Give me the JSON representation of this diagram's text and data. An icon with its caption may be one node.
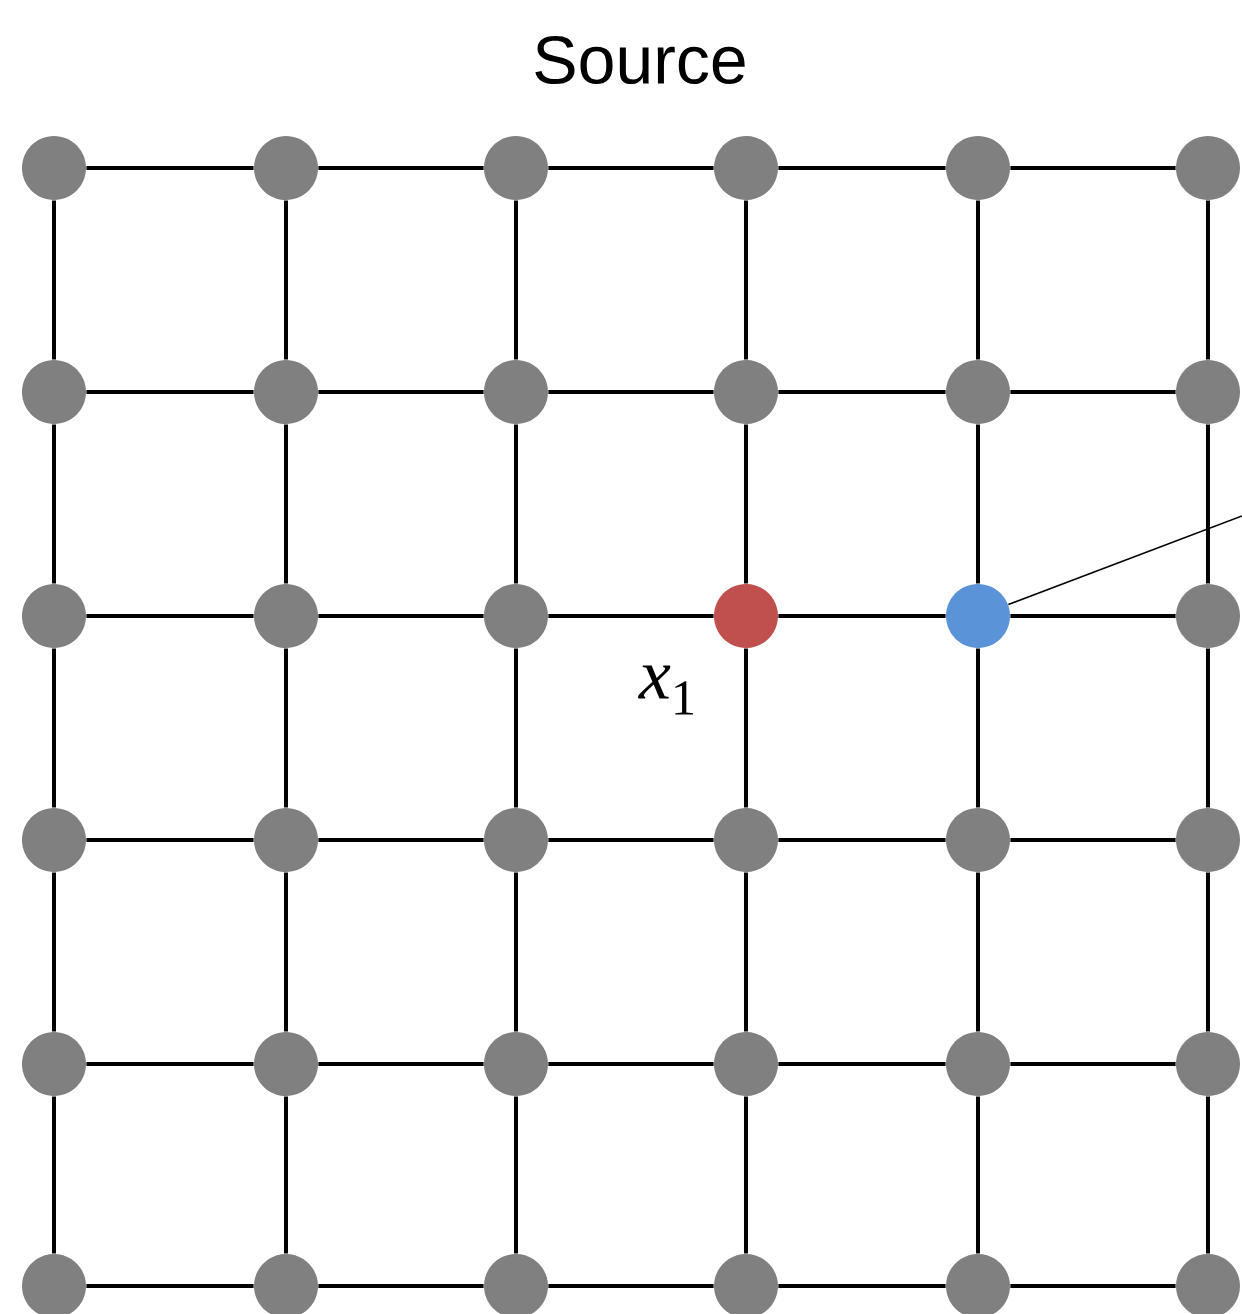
{
  "diagram": {
    "title": "Source",
    "nodes": [
      {
        "text": [],
        "shape": "circle"
      },
      {
        "text": [],
        "shape": "circle"
      },
      {
        "text": [],
        "shape": "circle"
      },
      {
        "text": [],
        "shape": "circle"
      },
      {
        "text": [],
        "shape": "circle"
      },
      {
        "text": [],
        "shape": "circle"
      },
      {
        "text": [],
        "shape": "circle"
      },
      {
        "text": [],
        "shape": "circle"
      },
      {
        "text": [],
        "shape": "circle"
      },
      {
        "text": [],
        "shape": "circle"
      },
      {
        "text": [],
        "shape": "circle"
      },
      {
        "text": [],
        "shape": "circle"
      },
      {
        "text": [],
        "shape": "circle"
      },
      {
        "text": [],
        "shape": "circle"
      },
      {
        "text": [],
        "shape": "circle"
      },
      {
        "text": [],
        "shape": "circle"
      },
      {
        "text": [],
        "shape": "circle"
      },
      {
        "text": [],
        "shape": "circle"
      },
      {
        "text": [],
        "shape": "circle"
      },
      {
        "text": [],
        "shape": "circle"
      },
      {
        "text": [],
        "shape": "circle"
      },
      {
        "text": [],
        "shape": "circle"
      },
      {
        "text": [],
        "shape": "circle"
      },
      {
        "text": [],
        "shape": "circle"
      },
      {
        "text": [],
        "shape": "circle"
      },
      {
        "text": [],
        "shape": "circle"
      },
      {
        "text": [],
        "shape": "circle"
      },
      {
        "text": [],
        "shape": "circle"
      },
      {
        "text": [],
        "shape": "circle"
      },
      {
        "text": [],
        "shape": "circle"
      },
      {
        "text": [],
        "shape": "circle"
      },
      {
        "text": [],
        "shape": "circle"
      },
      {
        "text": [],
        "shape": "circle"
      },
      {
        "text": [],
        "shape": "circle"
      },
      {
        "text": [],
        "shape": "circle"
      },
      {
        "text": [],
        "shape": "circle"
      }
    ],
    "edges": [
      {
        "from": 0,
        "to": 1,
        "arrow": "none"
      },
      {
        "from": 1,
        "to": 2,
        "arrow": "none"
      },
      {
        "from": 2,
        "to": 3,
        "arrow": "none"
      },
      {
        "from": 3,
        "to": 4,
        "arrow": "none"
      },
      {
        "from": 4,
        "to": 5,
        "arrow": "none"
      },
      {
        "from": 6,
        "to": 7,
        "arrow": "none"
      },
      {
        "from": 7,
        "to": 8,
        "arrow": "none"
      },
      {
        "from": 8,
        "to": 9,
        "arrow": "none"
      },
      {
        "from": 9,
        "to": 10,
        "arrow": "none"
      },
      {
        "from": 10,
        "to": 11,
        "arrow": "none"
      },
      {
        "from": 12,
        "to": 13,
        "arrow": "none"
      },
      {
        "from": 13,
        "to": 14,
        "arrow": "none"
      },
      {
        "from": 14,
        "to": 15,
        "arrow": "none"
      },
      {
        "from": 15,
        "to": 16,
        "arrow": "none"
      },
      {
        "from": 16,
        "to": 17,
        "arrow": "none"
      },
      {
        "from": 18,
        "to": 19,
        "arrow": "none"
      },
      {
        "from": 19,
        "to": 20,
        "arrow": "none"
      },
      {
        "from": 20,
        "to": 21,
        "arrow": "none"
      },
      {
        "from": 21,
        "to": 22,
        "arrow": "none"
      },
      {
        "from": 22,
        "to": 23,
        "arrow": "none"
      },
      {
        "from": 24,
        "to": 25,
        "arrow": "none"
      },
      {
        "from": 25,
        "to": 26,
        "arrow": "none"
      },
      {
        "from": 26,
        "to": 27,
        "arrow": "none"
      },
      {
        "from": 27,
        "to": 28,
        "arrow": "none"
      },
      {
        "from": 28,
        "to": 29,
        "arrow": "none"
      },
      {
        "from": 30,
        "to": 31,
        "arrow": "none"
      },
      {
        "from": 31,
        "to": 32,
        "arrow": "none"
      },
      {
        "from": 32,
        "to": 33,
        "arrow": "none"
      },
      {
        "from": 33,
        "to": 34,
        "arrow": "none"
      },
      {
        "from": 34,
        "to": 35,
        "arrow": "none"
      },
      {
        "from": 0,
        "to": 6,
        "arrow": "none"
      },
      {
        "from": 6,
        "to": 12,
        "arrow": "none"
      },
      {
        "from": 12,
        "to": 18,
        "arrow": "none"
      },
      {
        "from": 18,
        "to": 24,
        "arrow": "none"
      },
      {
        "from": 24,
        "to": 30,
        "arrow": "none"
      },
      {
        "from": 1,
        "to": 7,
        "arrow": "none"
      },
      {
        "from": 7,
        "to": 13,
        "arrow": "none"
      },
      {
        "from": 13,
        "to": 19,
        "arrow": "none"
      },
      {
        "from": 19,
        "to": 25,
        "arrow": "none"
      },
      {
        "from": 25,
        "to": 31,
        "arrow": "none"
      },
      {
        "from": 2,
        "to": 8,
        "arrow": "none"
      },
      {
        "from": 8,
        "to": 14,
        "arrow": "none"
      },
      {
        "from": 14,
        "to": 20,
        "arrow": "none"
      },
      {
        "from": 20,
        "to": 26,
        "arrow": "none"
      },
      {
        "from": 26,
        "to": 32,
        "arrow": "none"
      },
      {
        "from": 3,
        "to": 9,
        "arrow": "none"
      },
      {
        "from": 9,
        "to": 15,
        "arrow": "none"
      },
      {
        "from": 15,
        "to": 21,
        "arrow": "none"
      },
      {
        "from": 21,
        "to": 27,
        "arrow": "none"
      },
      {
        "from": 27,
        "to": 33,
        "arrow": "none"
      },
      {
        "from": 4,
        "to": 10,
        "arrow": "none"
      },
      {
        "from": 10,
        "to": 16,
        "arrow": "none"
      },
      {
        "from": 16,
        "to": 22,
        "arrow": "none"
      },
      {
        "from": 22,
        "to": 28,
        "arrow": "none"
      },
      {
        "from": 28,
        "to": 34,
        "arrow": "none"
      },
      {
        "from": 5,
        "to": 11,
        "arrow": "none"
      },
      {
        "from": 11,
        "to": 17,
        "arrow": "none"
      },
      {
        "from": 17,
        "to": 23,
        "arrow": "none"
      },
      {
        "from": 23,
        "to": 29,
        "arrow": "none"
      },
      {
        "from": 29,
        "to": 35,
        "arrow": "none"
      },
      {
        "from": 16,
        "to": null,
        "arrow": "none"
      }
    ],
    "labels": [
      "*x*$_{1}$"
    ]
  }
}
